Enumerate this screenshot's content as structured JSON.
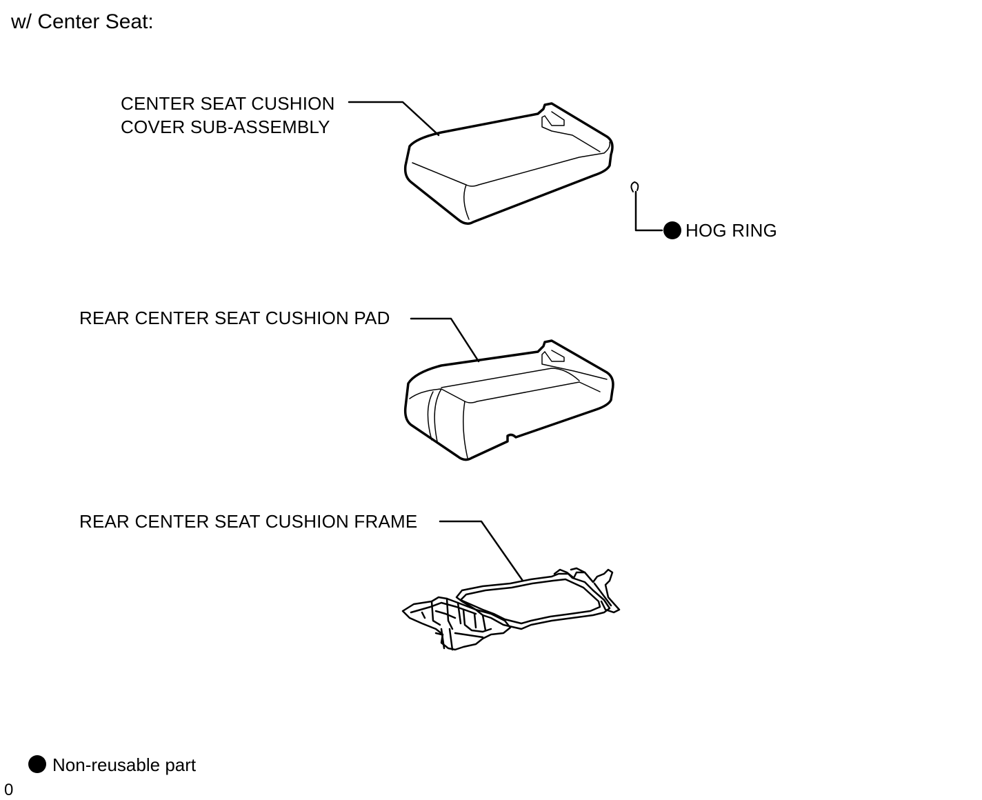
{
  "header": {
    "title": "w/ Center Seat:"
  },
  "parts": {
    "cushion_cover_line1": "CENTER SEAT CUSHION",
    "cushion_cover_line2": "COVER SUB-ASSEMBLY",
    "hog_ring": "HOG RING",
    "cushion_pad": "REAR CENTER SEAT CUSHION PAD",
    "cushion_frame": "REAR CENTER SEAT CUSHION FRAME"
  },
  "legend": {
    "non_reusable": "Non-reusable part"
  },
  "figure_code": "0",
  "colors": {
    "line": "#000000",
    "background": "#ffffff"
  }
}
